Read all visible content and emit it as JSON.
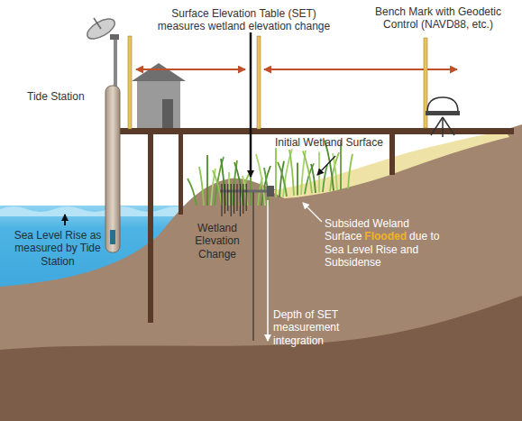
{
  "diagram": {
    "labels": [
      "Surface Elevation Table (SET) measures wetland elevation change",
      "Bench Mark with Geodetic Control (NAVD88, etc.)",
      "Tide Station",
      "Initial Wetland Surface",
      "Sea Level Rise as measured by Tide Station",
      "Wetland Elevation Change",
      "Subsided Weland Surface",
      "Flooded",
      "due to Sea Level Rise and Subsidense",
      "Depth of SET measurement integration"
    ]
  }
}
